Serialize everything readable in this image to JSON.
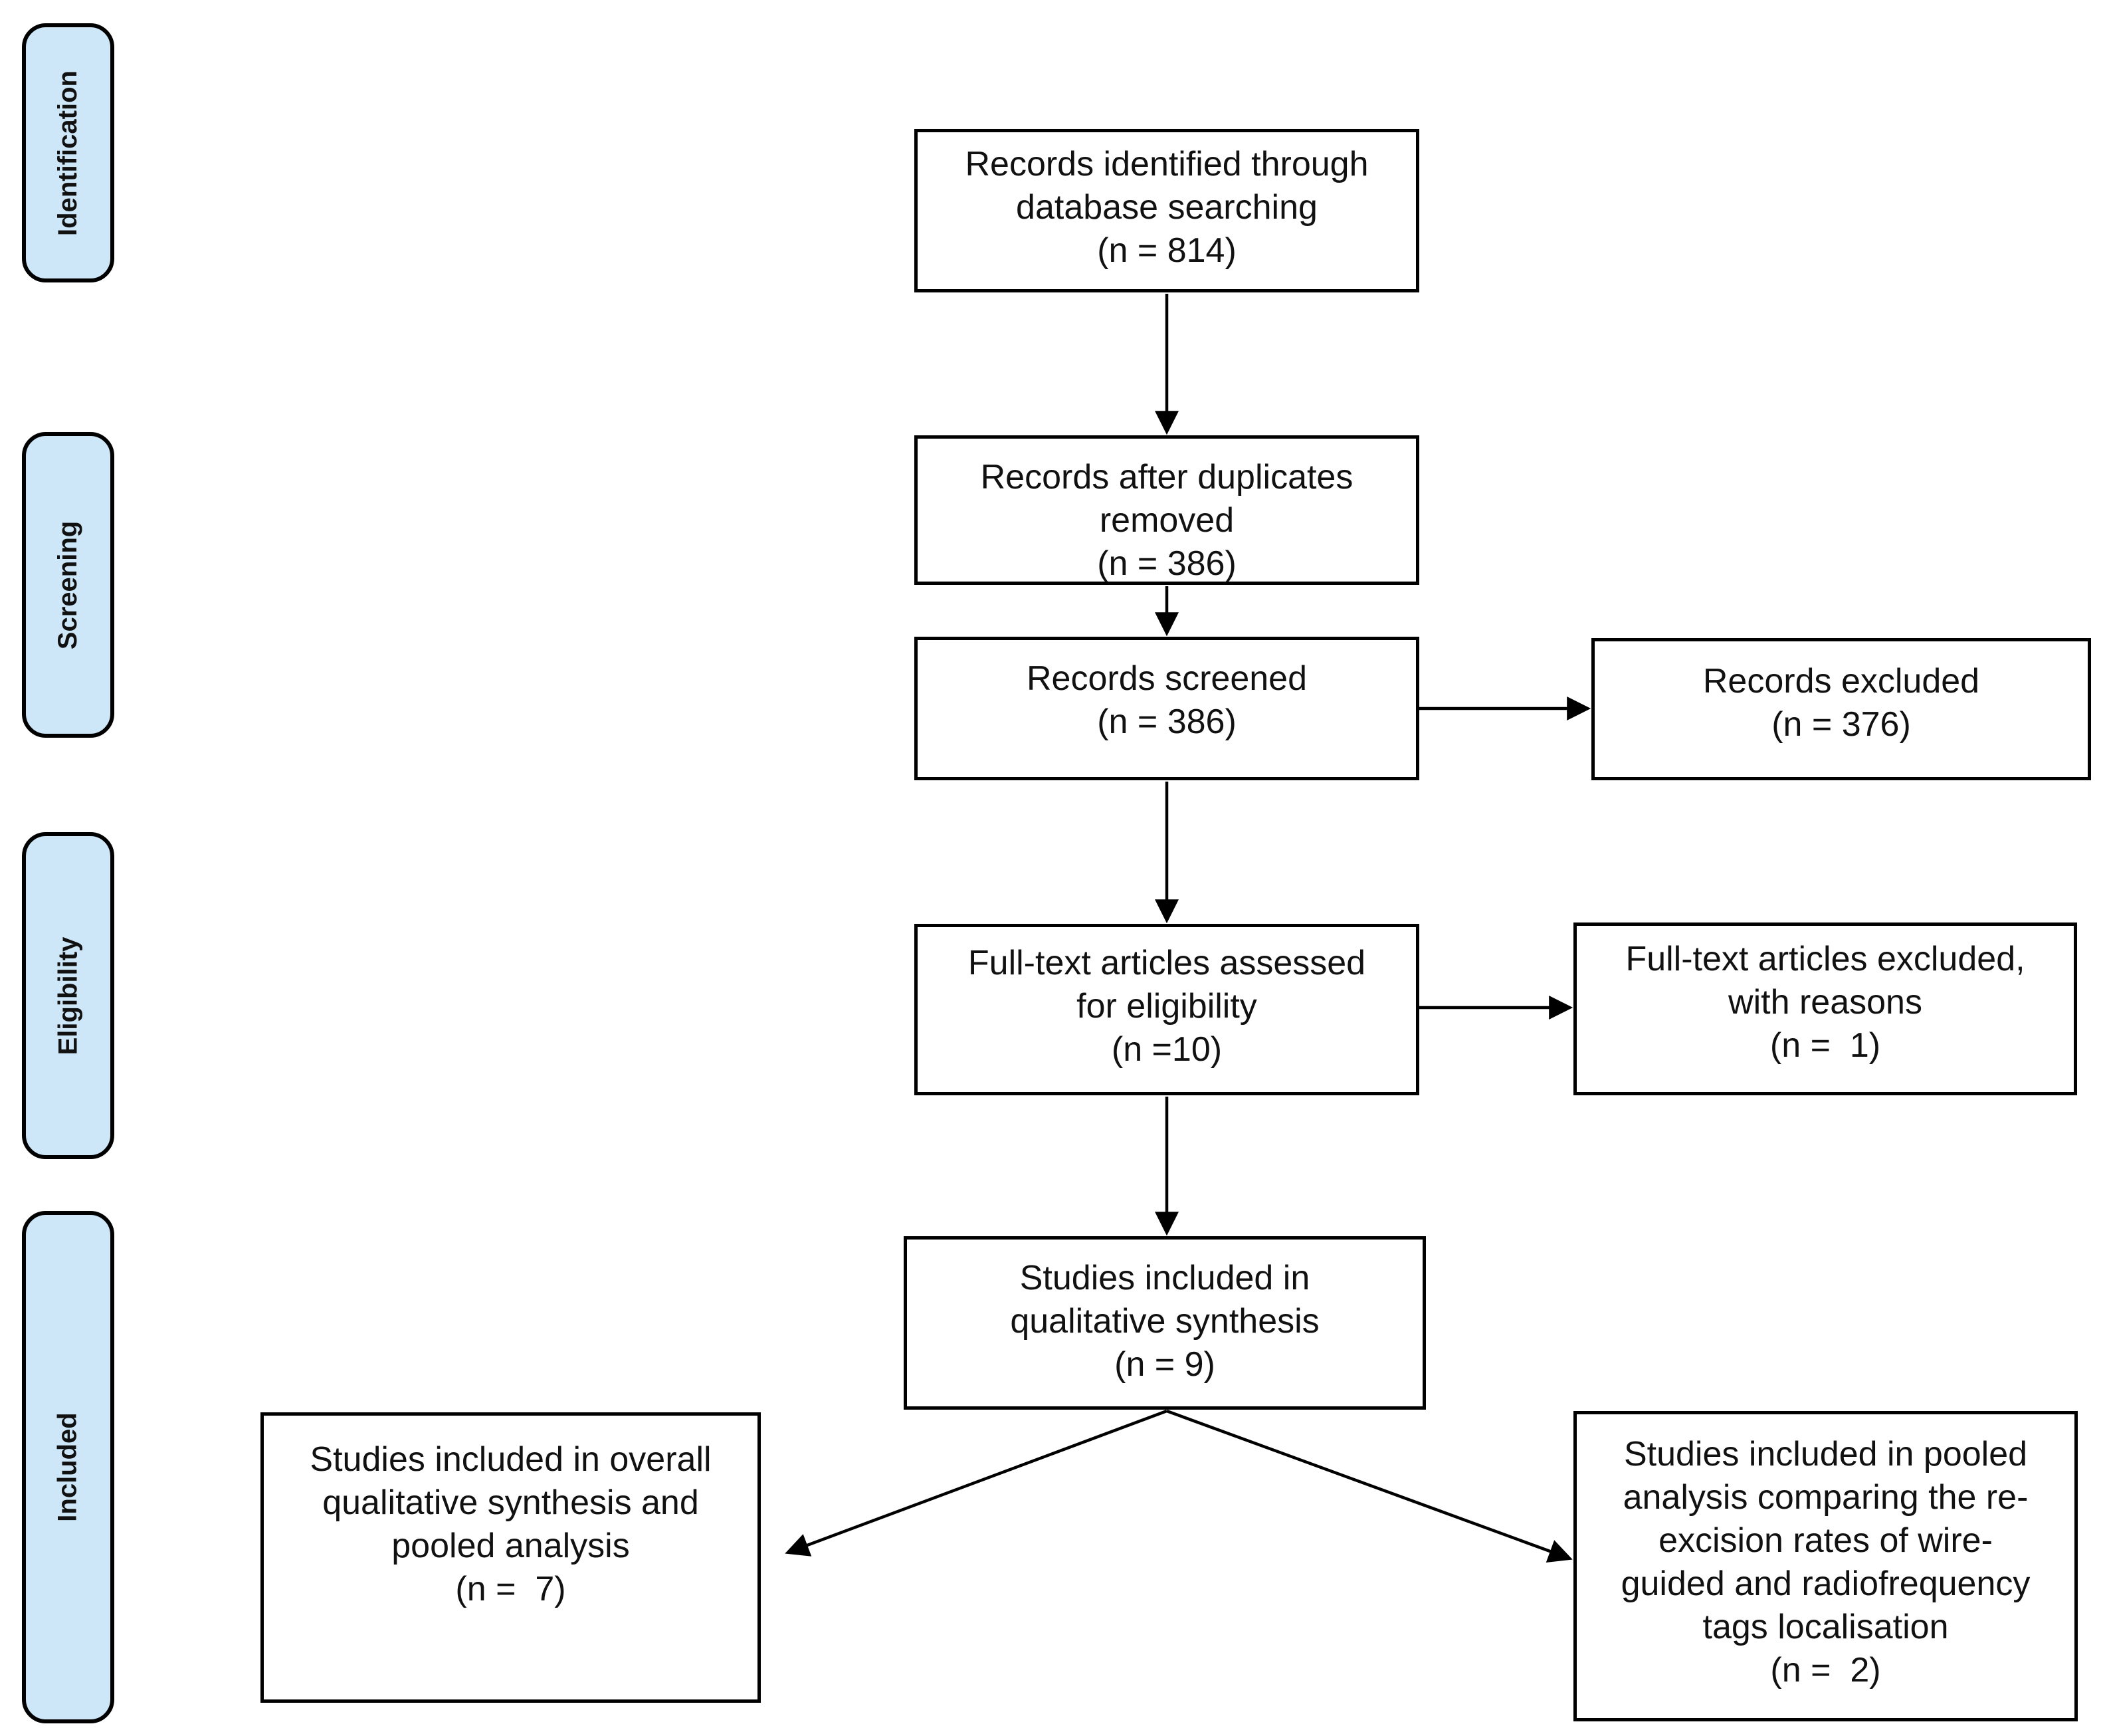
{
  "title": "PRISMA study selection flow diagram",
  "colors": {
    "stage_fill": "#cde7f8",
    "stage_border": "#000000",
    "box_border": "#000000",
    "arrow": "#000000",
    "text": "#111111",
    "background": "#ffffff"
  },
  "stages": [
    {
      "label": "Identification"
    },
    {
      "label": "Screening"
    },
    {
      "label": "Eligibility"
    },
    {
      "label": "Included"
    }
  ],
  "boxes": {
    "records_identified": {
      "text": "Records identified through\ndatabase searching\n(n = 814)"
    },
    "duplicates_removed": {
      "text": "Records after duplicates\nremoved\n(n = 386)"
    },
    "records_screened": {
      "text": "Records screened\n(n = 386)"
    },
    "records_excluded": {
      "text": "Records excluded\n(n = 376)"
    },
    "fulltext_assessed": {
      "text": "Full-text articles assessed\nfor eligibility\n(n =10)"
    },
    "fulltext_excluded": {
      "text": "Full-text articles excluded,\nwith reasons\n(n =  1)"
    },
    "qualitative_synthesis": {
      "text": "Studies included in\nqualitative synthesis\n(n = 9)"
    },
    "overall_pooled": {
      "text": "Studies included in overall\nqualitative synthesis and\npooled analysis\n(n =  7)"
    },
    "pooled_comparison": {
      "text": "Studies included in pooled\nanalysis comparing the re-\nexcision rates of wire-\nguided and radiofrequency\ntags localisation\n(n =  2)"
    }
  },
  "arrows": [
    {
      "from": "records_identified",
      "to": "duplicates_removed"
    },
    {
      "from": "duplicates_removed",
      "to": "records_screened"
    },
    {
      "from": "records_screened",
      "to": "records_excluded"
    },
    {
      "from": "records_screened",
      "to": "fulltext_assessed"
    },
    {
      "from": "fulltext_assessed",
      "to": "fulltext_excluded"
    },
    {
      "from": "fulltext_assessed",
      "to": "qualitative_synthesis"
    },
    {
      "from": "qualitative_synthesis",
      "to": "overall_pooled"
    },
    {
      "from": "qualitative_synthesis",
      "to": "pooled_comparison"
    }
  ]
}
